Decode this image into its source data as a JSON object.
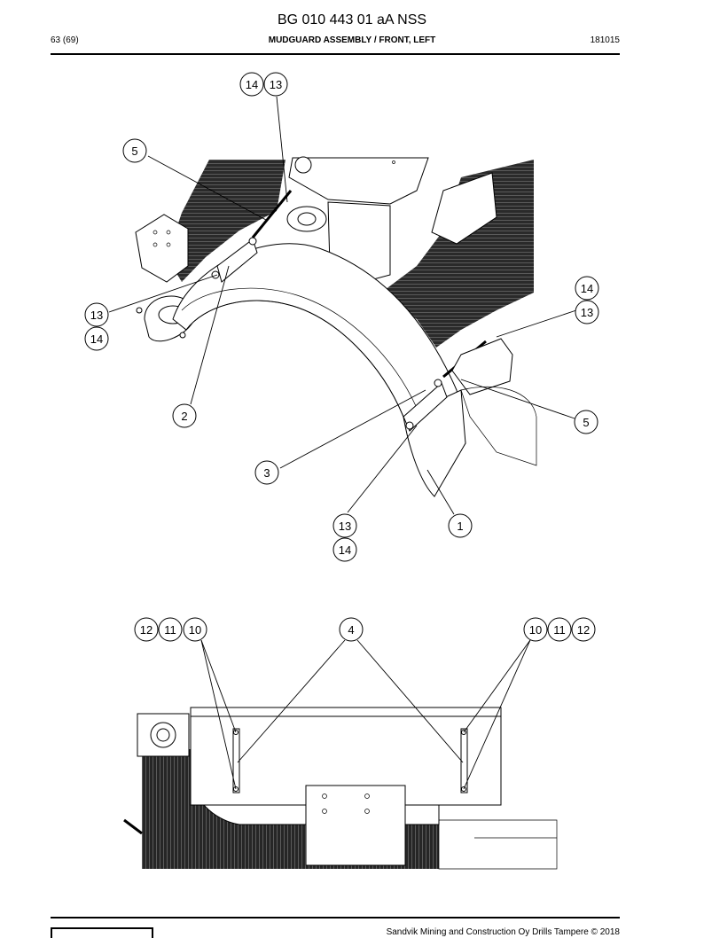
{
  "header": {
    "doc_number": "BG 010 443 01 aA NSS",
    "page_count": "63 (69)",
    "title": "MUDGUARD ASSEMBLY / FRONT, LEFT",
    "date": "181015"
  },
  "footer": {
    "copyright": "Sandvik Mining and Construction Oy Drills Tampere © 2018"
  },
  "callouts_top": [
    {
      "id": "c1",
      "label": "14"
    },
    {
      "id": "c2",
      "label": "13"
    },
    {
      "id": "c3",
      "label": "5"
    },
    {
      "id": "c4",
      "label": "14"
    },
    {
      "id": "c5",
      "label": "13"
    },
    {
      "id": "c6",
      "label": "13"
    },
    {
      "id": "c7",
      "label": "14"
    },
    {
      "id": "c8",
      "label": "2"
    },
    {
      "id": "c9",
      "label": "5"
    },
    {
      "id": "c10",
      "label": "3"
    },
    {
      "id": "c11",
      "label": "13"
    },
    {
      "id": "c12",
      "label": "1"
    },
    {
      "id": "c13",
      "label": "14"
    }
  ],
  "callouts_bottom": [
    {
      "id": "d1",
      "label": "12"
    },
    {
      "id": "d2",
      "label": "11"
    },
    {
      "id": "d3",
      "label": "10"
    },
    {
      "id": "d4",
      "label": "4"
    },
    {
      "id": "d5",
      "label": "10"
    },
    {
      "id": "d6",
      "label": "11"
    },
    {
      "id": "d7",
      "label": "12"
    }
  ]
}
